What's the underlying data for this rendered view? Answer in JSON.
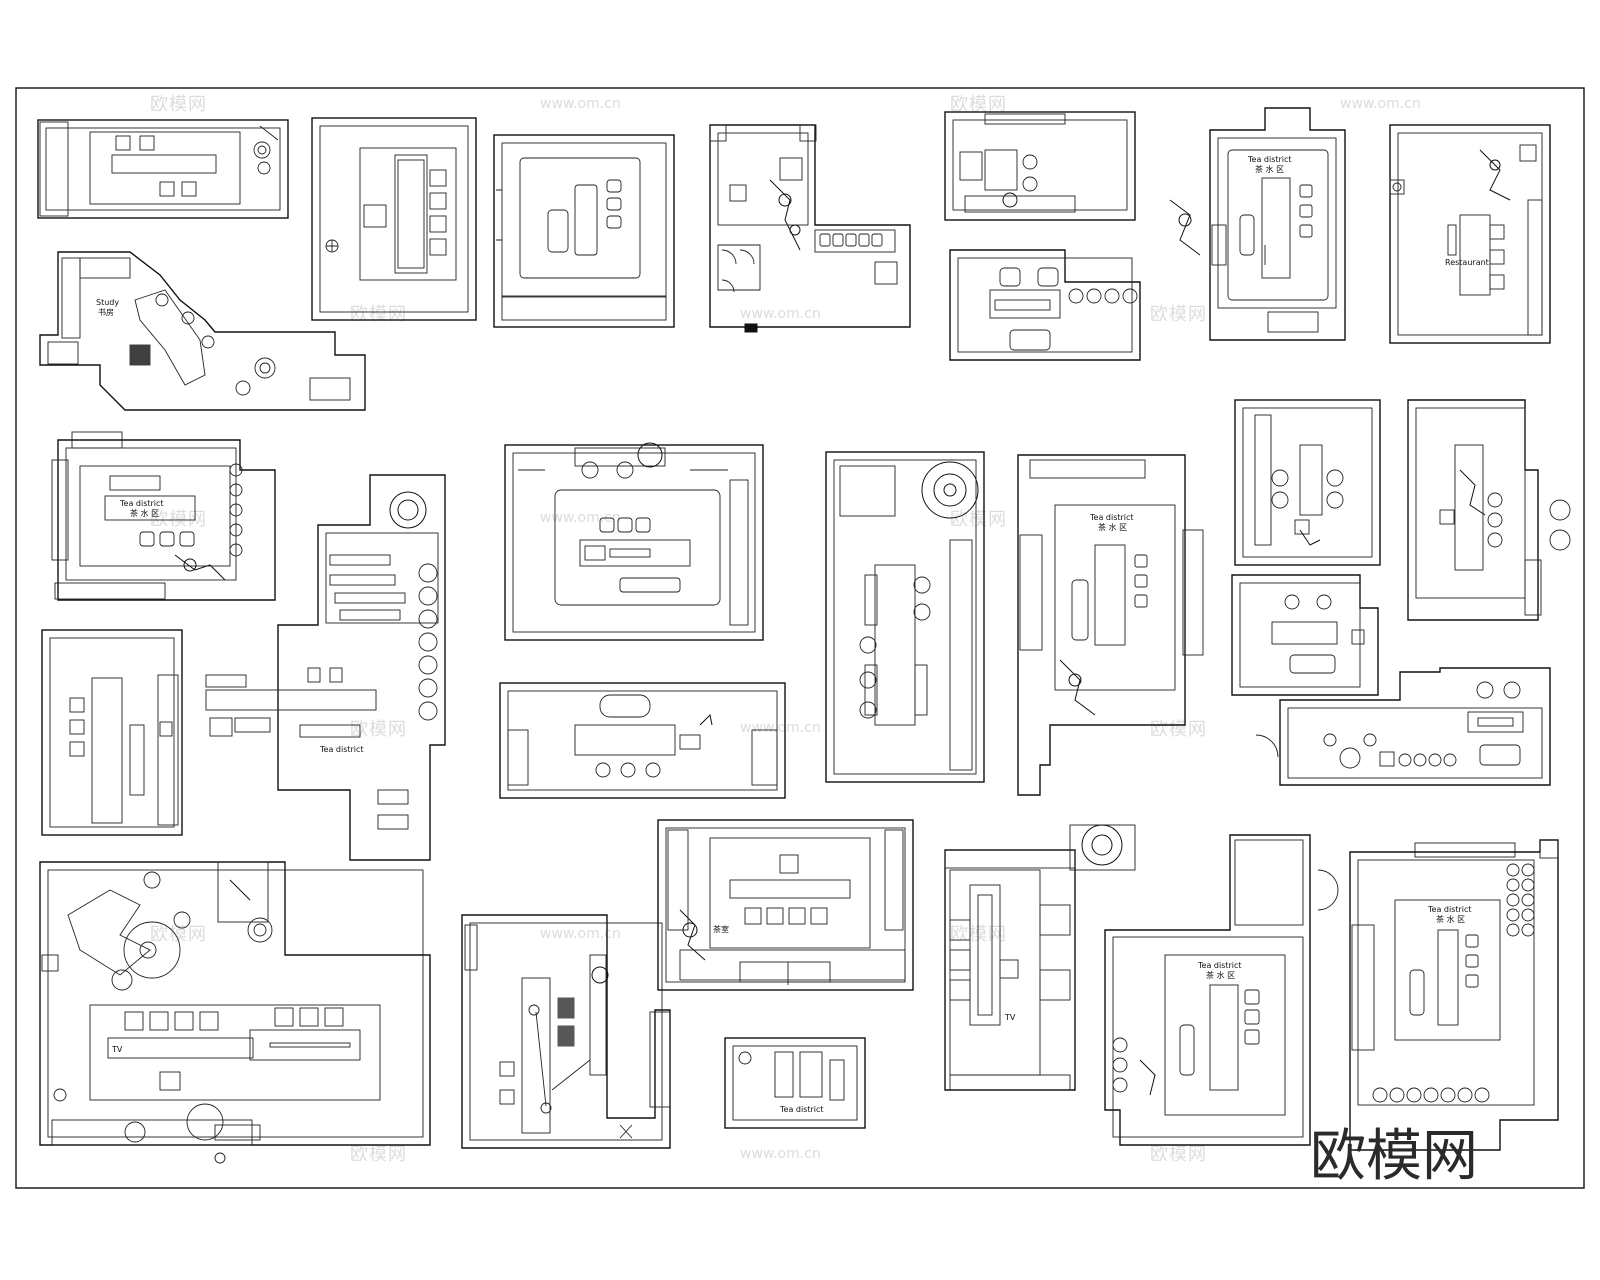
{
  "watermark": {
    "brand": "欧模网",
    "url": "www.om.cn"
  },
  "labels": {
    "study": "Study",
    "study_cn": "书房",
    "tea_district": "Tea district",
    "tea_district_cn": "茶 水 区",
    "restaurant": "Restaurant",
    "tea_room_cn": "茶室",
    "tv": "TV"
  },
  "colors": {
    "line": "#111111",
    "watermark": "#dcdcdc",
    "background": "#ffffff"
  }
}
